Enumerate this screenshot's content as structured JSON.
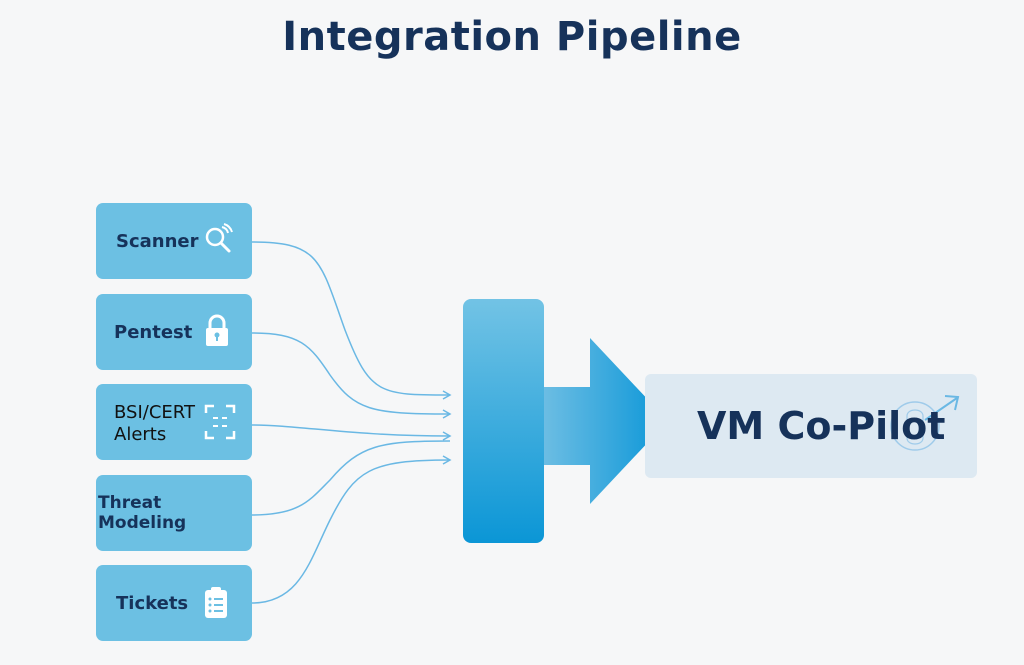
{
  "title": "Integration Pipeline",
  "sources": [
    {
      "label": "Scanner",
      "icon": "search-signal-icon"
    },
    {
      "label": "Pentest",
      "icon": "lock-icon"
    },
    {
      "label": "BSI/CERT Alerts",
      "label_line1": "BSI/CERT",
      "label_line2": "Alerts",
      "icon": "scan-frame-icon"
    },
    {
      "label": "Threat Modeling",
      "icon": ""
    },
    {
      "label": "Tickets",
      "icon": "clipboard-list-icon"
    }
  ],
  "target": {
    "label": "VM Co-Pilot",
    "icon": "brain-arrow-icon"
  },
  "colors": {
    "source_box": "#6cc0e3",
    "text": "#16325a",
    "connector": "#6ab8e4",
    "hub_top": "#72c3e5",
    "hub_bottom": "#0b96d6",
    "target_bg": "#dde9f2"
  }
}
